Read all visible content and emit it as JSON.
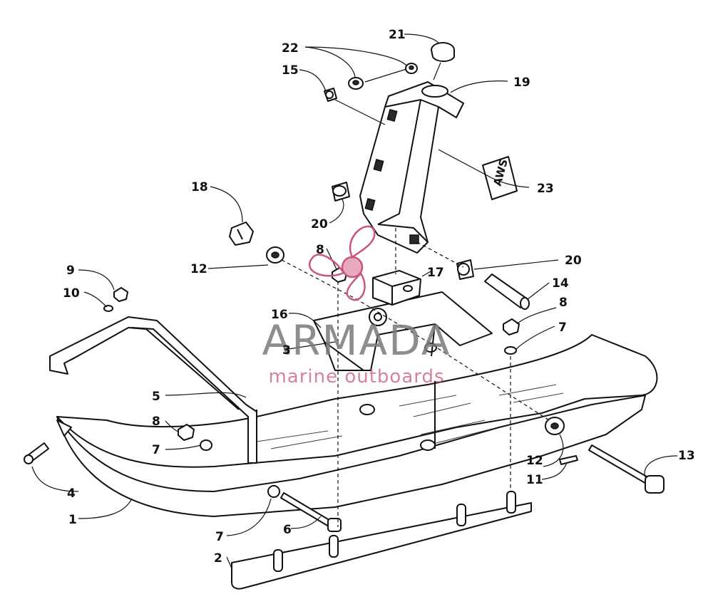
{
  "callouts": {
    "c1": "1",
    "c2": "2",
    "c3": "3",
    "c4": "4",
    "c5": "5",
    "c6": "6",
    "c7a": "7",
    "c7b": "7",
    "c7c": "7",
    "c8a": "8",
    "c8b": "8",
    "c8c": "8",
    "c9": "9",
    "c10": "10",
    "c11": "11",
    "c12a": "12",
    "c12b": "12",
    "c13": "13",
    "c14": "14",
    "c15": "15",
    "c16": "16",
    "c17": "17",
    "c18": "18",
    "c19": "19",
    "c20a": "20",
    "c20b": "20",
    "c21": "21",
    "c22": "22",
    "c23": "23"
  },
  "decal": {
    "text": "AWS"
  },
  "watermark": {
    "title": "ARMADA",
    "subtitle": "marine outboards",
    "accent_color": "#c9567f"
  },
  "colors": {
    "ink": "#111111",
    "paper": "#ffffff"
  }
}
